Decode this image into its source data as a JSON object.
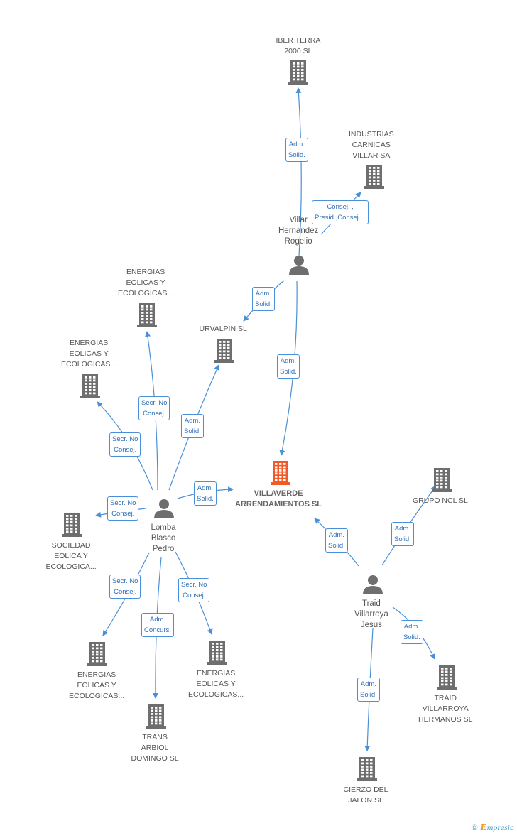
{
  "companies": [
    {
      "id": "iber",
      "label": "IBER TERRA\n2000 SL"
    },
    {
      "id": "industrias",
      "label": "INDUSTRIAS\nCARNICAS\nVILLAR SA"
    },
    {
      "id": "energias1",
      "label": "ENERGIAS\nEOLICAS Y\nECOLOGICAS..."
    },
    {
      "id": "urvalpin",
      "label": "URVALPIN SL"
    },
    {
      "id": "energias2",
      "label": "ENERGIAS\nEOLICAS Y\nECOLOGICAS..."
    },
    {
      "id": "villaverde",
      "label": "VILLAVERDE\nARRENDAMIENTOS SL",
      "highlight": true
    },
    {
      "id": "gruponcl",
      "label": "GRUPO NCL SL"
    },
    {
      "id": "sociedad",
      "label": "SOCIEDAD\nEOLICA Y\nECOLOGICA..."
    },
    {
      "id": "energias3",
      "label": "ENERGIAS\nEOLICAS Y\nECOLOGICAS..."
    },
    {
      "id": "energias4",
      "label": "ENERGIAS\nEOLICAS Y\nECOLOGICAS..."
    },
    {
      "id": "trans",
      "label": "TRANS\nARBIOL\nDOMINGO SL"
    },
    {
      "id": "traidvh",
      "label": "TRAID\nVILLARROYA\nHERMANOS SL"
    },
    {
      "id": "cierzo",
      "label": "CIERZO DEL\nJALON SL"
    }
  ],
  "persons": [
    {
      "id": "villar",
      "label": "Villar\nHernandez\nRogelio"
    },
    {
      "id": "lomba",
      "label": "Lomba\nBlasco\nPedro"
    },
    {
      "id": "traid",
      "label": "Traid\nVillarroya\nJesus"
    }
  ],
  "edges": [
    {
      "from": "villar",
      "to": "iber",
      "label": "Adm.\nSolid."
    },
    {
      "from": "villar",
      "to": "industrias",
      "label": "Consej. ,\nPresid.,Consej...."
    },
    {
      "from": "villar",
      "to": "urvalpin",
      "label": "Adm.\nSolid."
    },
    {
      "from": "villar",
      "to": "villaverde",
      "label": "Adm.\nSolid."
    },
    {
      "from": "lomba",
      "to": "energias1",
      "label": "Secr. No\nConsej."
    },
    {
      "from": "lomba",
      "to": "energias2",
      "label": "Secr. No\nConsej."
    },
    {
      "from": "lomba",
      "to": "urvalpin",
      "label": "Adm.\nSolid."
    },
    {
      "from": "lomba",
      "to": "villaverde",
      "label": "Adm.\nSolid."
    },
    {
      "from": "lomba",
      "to": "sociedad",
      "label": "Secr. No\nConsej."
    },
    {
      "from": "lomba",
      "to": "energias3",
      "label": "Secr. No\nConsej."
    },
    {
      "from": "lomba",
      "to": "trans",
      "label": "Adm.\nConcurs."
    },
    {
      "from": "lomba",
      "to": "energias4",
      "label": "Secr. No\nConsej."
    },
    {
      "from": "traid",
      "to": "villaverde",
      "label": "Adm.\nSolid."
    },
    {
      "from": "traid",
      "to": "gruponcl",
      "label": "Adm.\nSolid."
    },
    {
      "from": "traid",
      "to": "traidvh",
      "label": "Adm.\nSolid."
    },
    {
      "from": "traid",
      "to": "cierzo",
      "label": "Adm.\nSolid."
    }
  ],
  "colors": {
    "edge": "#4a90d9",
    "building": "#6e6e6e",
    "highlight": "#f05a28",
    "person": "#6e6e6e"
  },
  "footer": {
    "copyright": "©",
    "brand_first": "E",
    "brand_rest": "mpresia"
  }
}
